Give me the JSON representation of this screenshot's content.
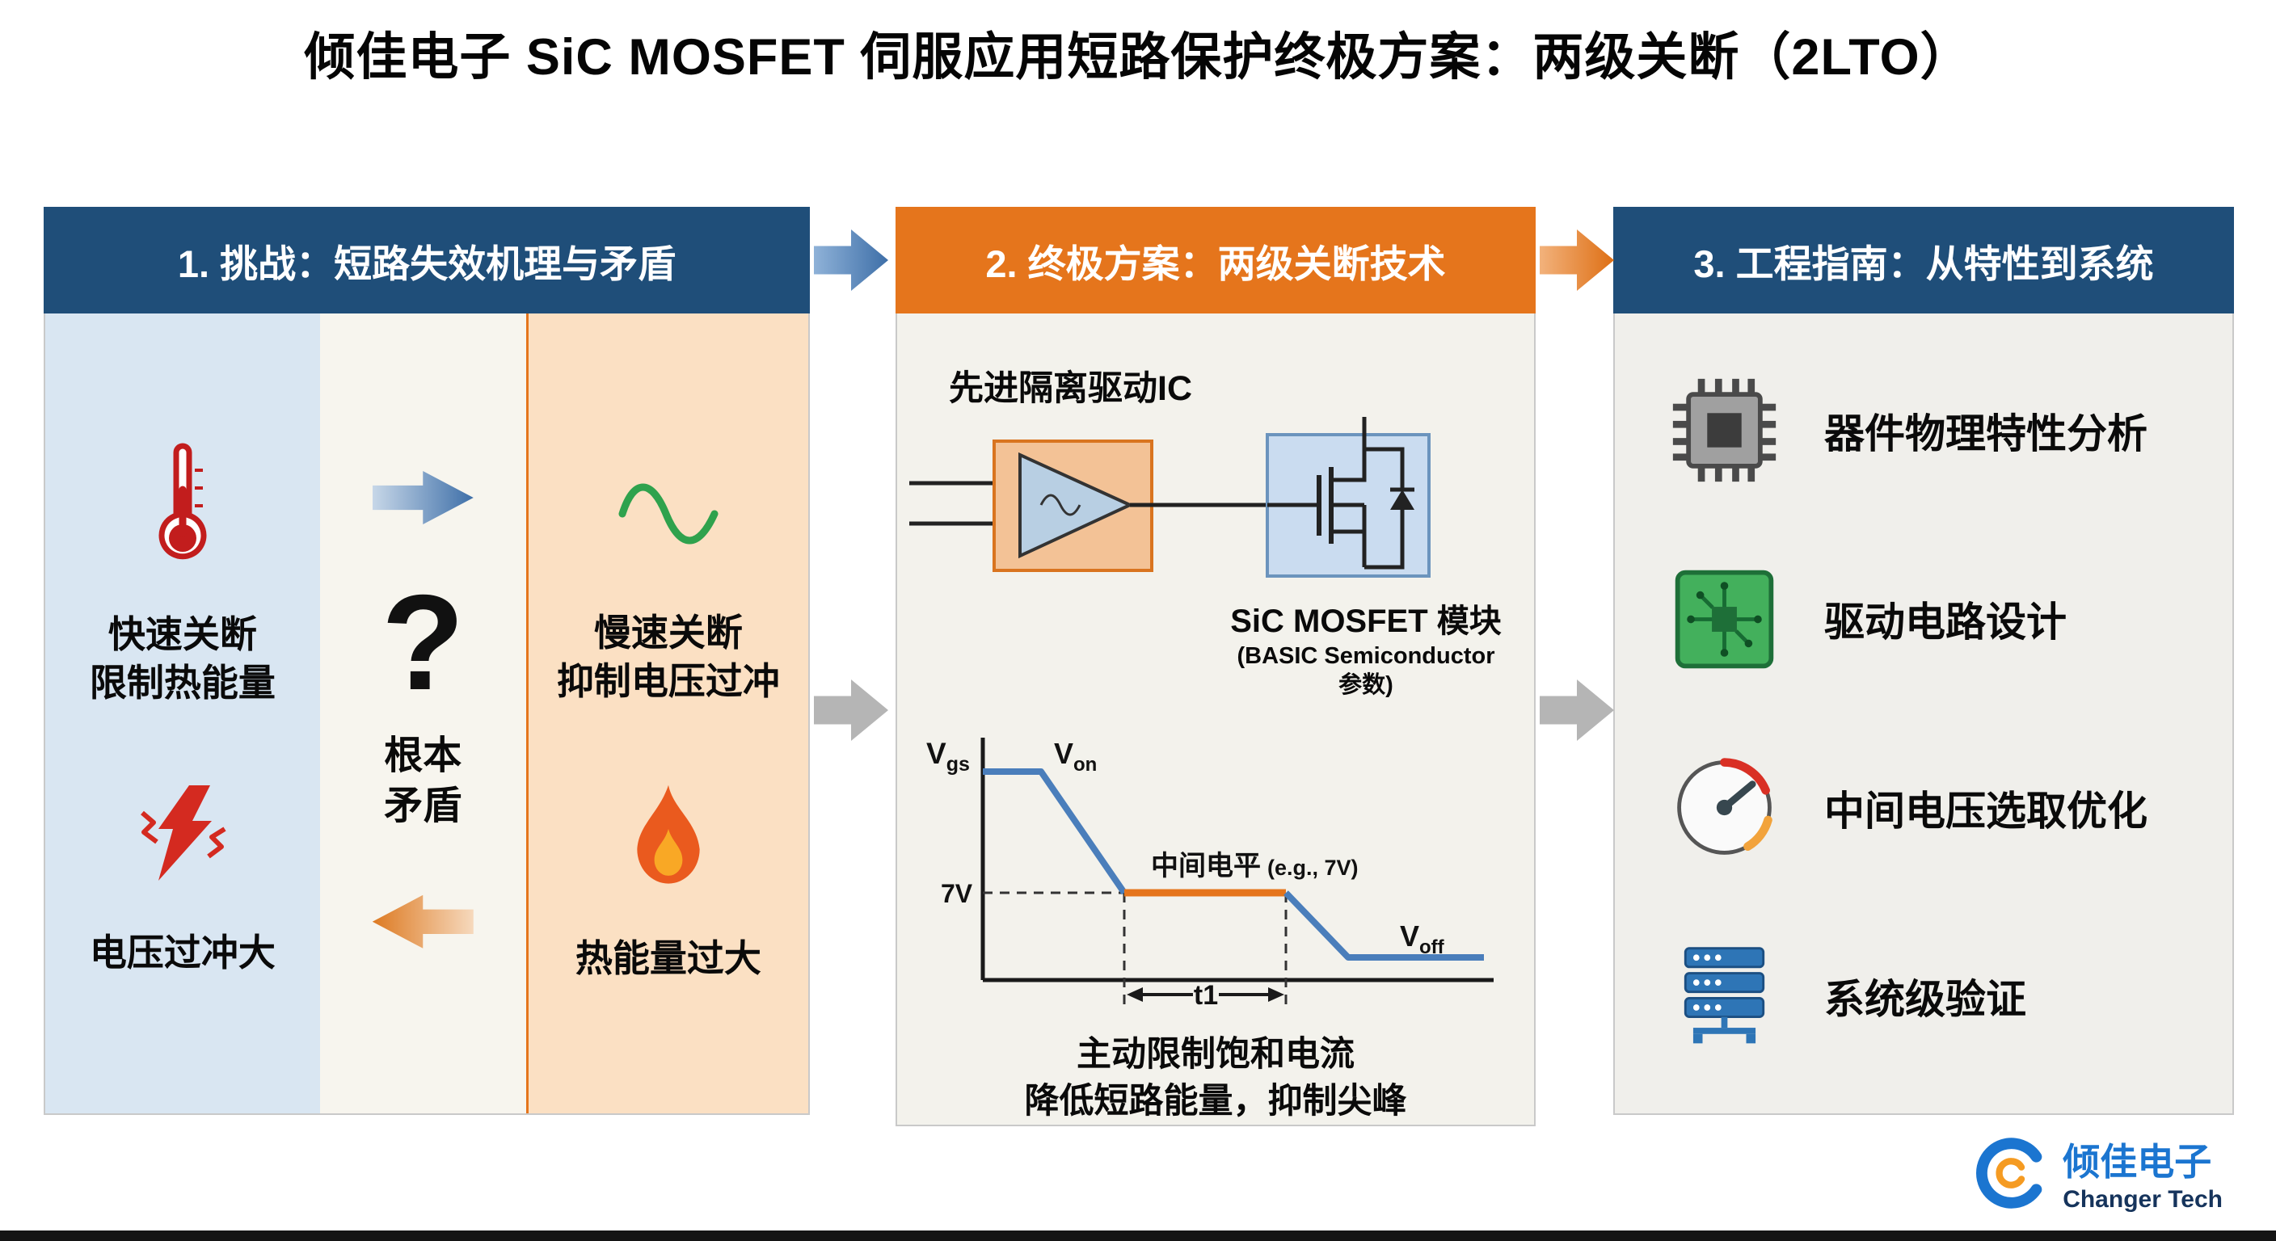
{
  "page": {
    "title": "倾佳电子 SiC MOSFET 伺服应用短路保护终极方案：两级关断（2LTO）"
  },
  "challenge": {
    "header": "1. 挑战：短路失效机理与矛盾",
    "fast_label": "快速关断\n限制热能量",
    "overshoot_label": "电压过冲大",
    "question_mark": "?",
    "contradiction_label": "根本\n矛盾",
    "slow_label": "慢速关断\n抑制电压过冲",
    "heat_label": "热能量过大"
  },
  "solution": {
    "header": "2. 终极方案：两级关断技术",
    "driver_label": "先进隔离驱动IC",
    "module_title": "SiC MOSFET 模块",
    "module_subtitle": "(BASIC Semiconductor\n参数)",
    "waveform": {
      "axis_v": "V",
      "axis_v_sub": "gs",
      "von_v": "V",
      "von_sub": "on",
      "voff_v": "V",
      "voff_sub": "off",
      "mid_level_label": "中间电平",
      "mid_level_note": "(e.g., 7V)",
      "threshold_label": "7V",
      "interval_label": "t1"
    },
    "caption": "主动限制饱和电流\n降低短路能量，抑制尖峰"
  },
  "guide": {
    "header": "3. 工程指南：从特性到系统",
    "items": [
      {
        "icon": "chip-icon",
        "label": "器件物理特性分析"
      },
      {
        "icon": "pcb-icon",
        "label": "驱动电路设计"
      },
      {
        "icon": "gauge-icon",
        "label": "中间电压选取优化"
      },
      {
        "icon": "server-icon",
        "label": "系统级验证"
      }
    ]
  },
  "logo": {
    "name_cn": "倾佳电子",
    "name_en": "Changer Tech"
  },
  "colors": {
    "header-blue": "#1f4e79",
    "header-orange": "#e5751c",
    "panel-blue": "#d9e6f2",
    "panel-cream": "#f7f5ee",
    "panel-orange": "#fbe0c3",
    "panel-gray": "#f3f2ec",
    "arrow-gray": "#b5b5b5",
    "accent-red": "#c21d1d",
    "accent-green": "#2fa24d",
    "wave-blue": "#4a7ebb",
    "wave-orange": "#e5751c",
    "logo-blue": "#1b75d0"
  }
}
